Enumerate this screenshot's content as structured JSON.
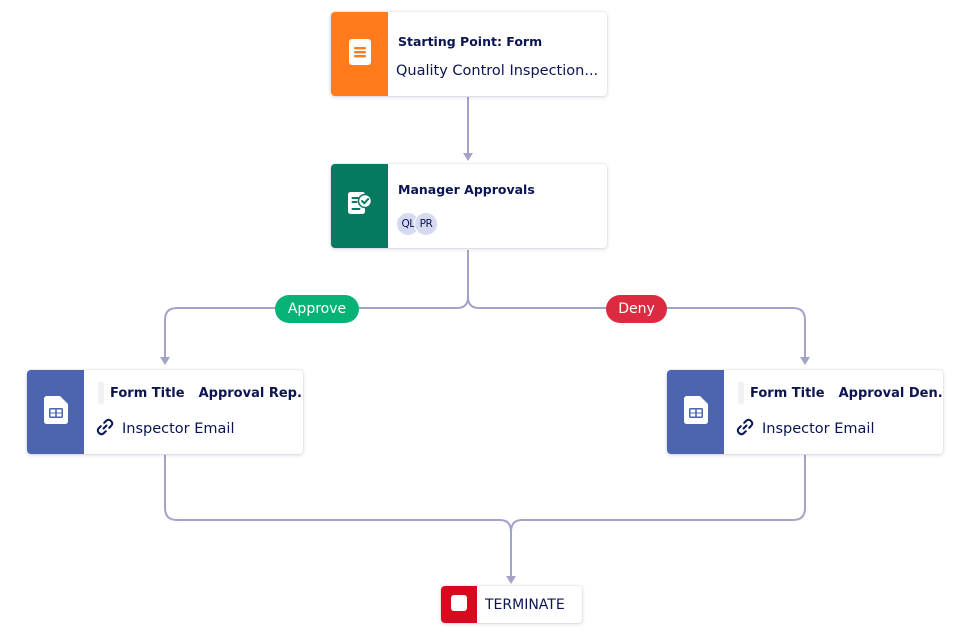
{
  "nodes": {
    "start": {
      "title": "Starting Point: Form",
      "subtitle": "Quality Control Inspection...",
      "accent": "#ff7b1c",
      "icon": "form-document-icon"
    },
    "approval": {
      "title": "Manager Approvals",
      "assignees": [
        "QL",
        "PR"
      ],
      "accent": "#067a60",
      "icon": "approval-check-icon"
    },
    "approve_doc": {
      "field_label": "Form Title",
      "field_value": "Approval Rep...",
      "link_text": "Inspector Email",
      "accent": "#4d65ae",
      "icon": "spreadsheet-document-icon"
    },
    "deny_doc": {
      "field_label": "Form Title",
      "field_value": "Approval Den...",
      "link_text": "Inspector Email",
      "accent": "#4d65ae",
      "icon": "spreadsheet-document-icon"
    },
    "terminate": {
      "label": "TERMINATE",
      "accent": "#d8091f",
      "icon": "stop-square-icon"
    }
  },
  "branches": {
    "approve": {
      "label": "Approve",
      "color": "#07b276"
    },
    "deny": {
      "label": "Deny",
      "color": "#dc2b40"
    }
  },
  "connector_color": "#a3a3c9"
}
